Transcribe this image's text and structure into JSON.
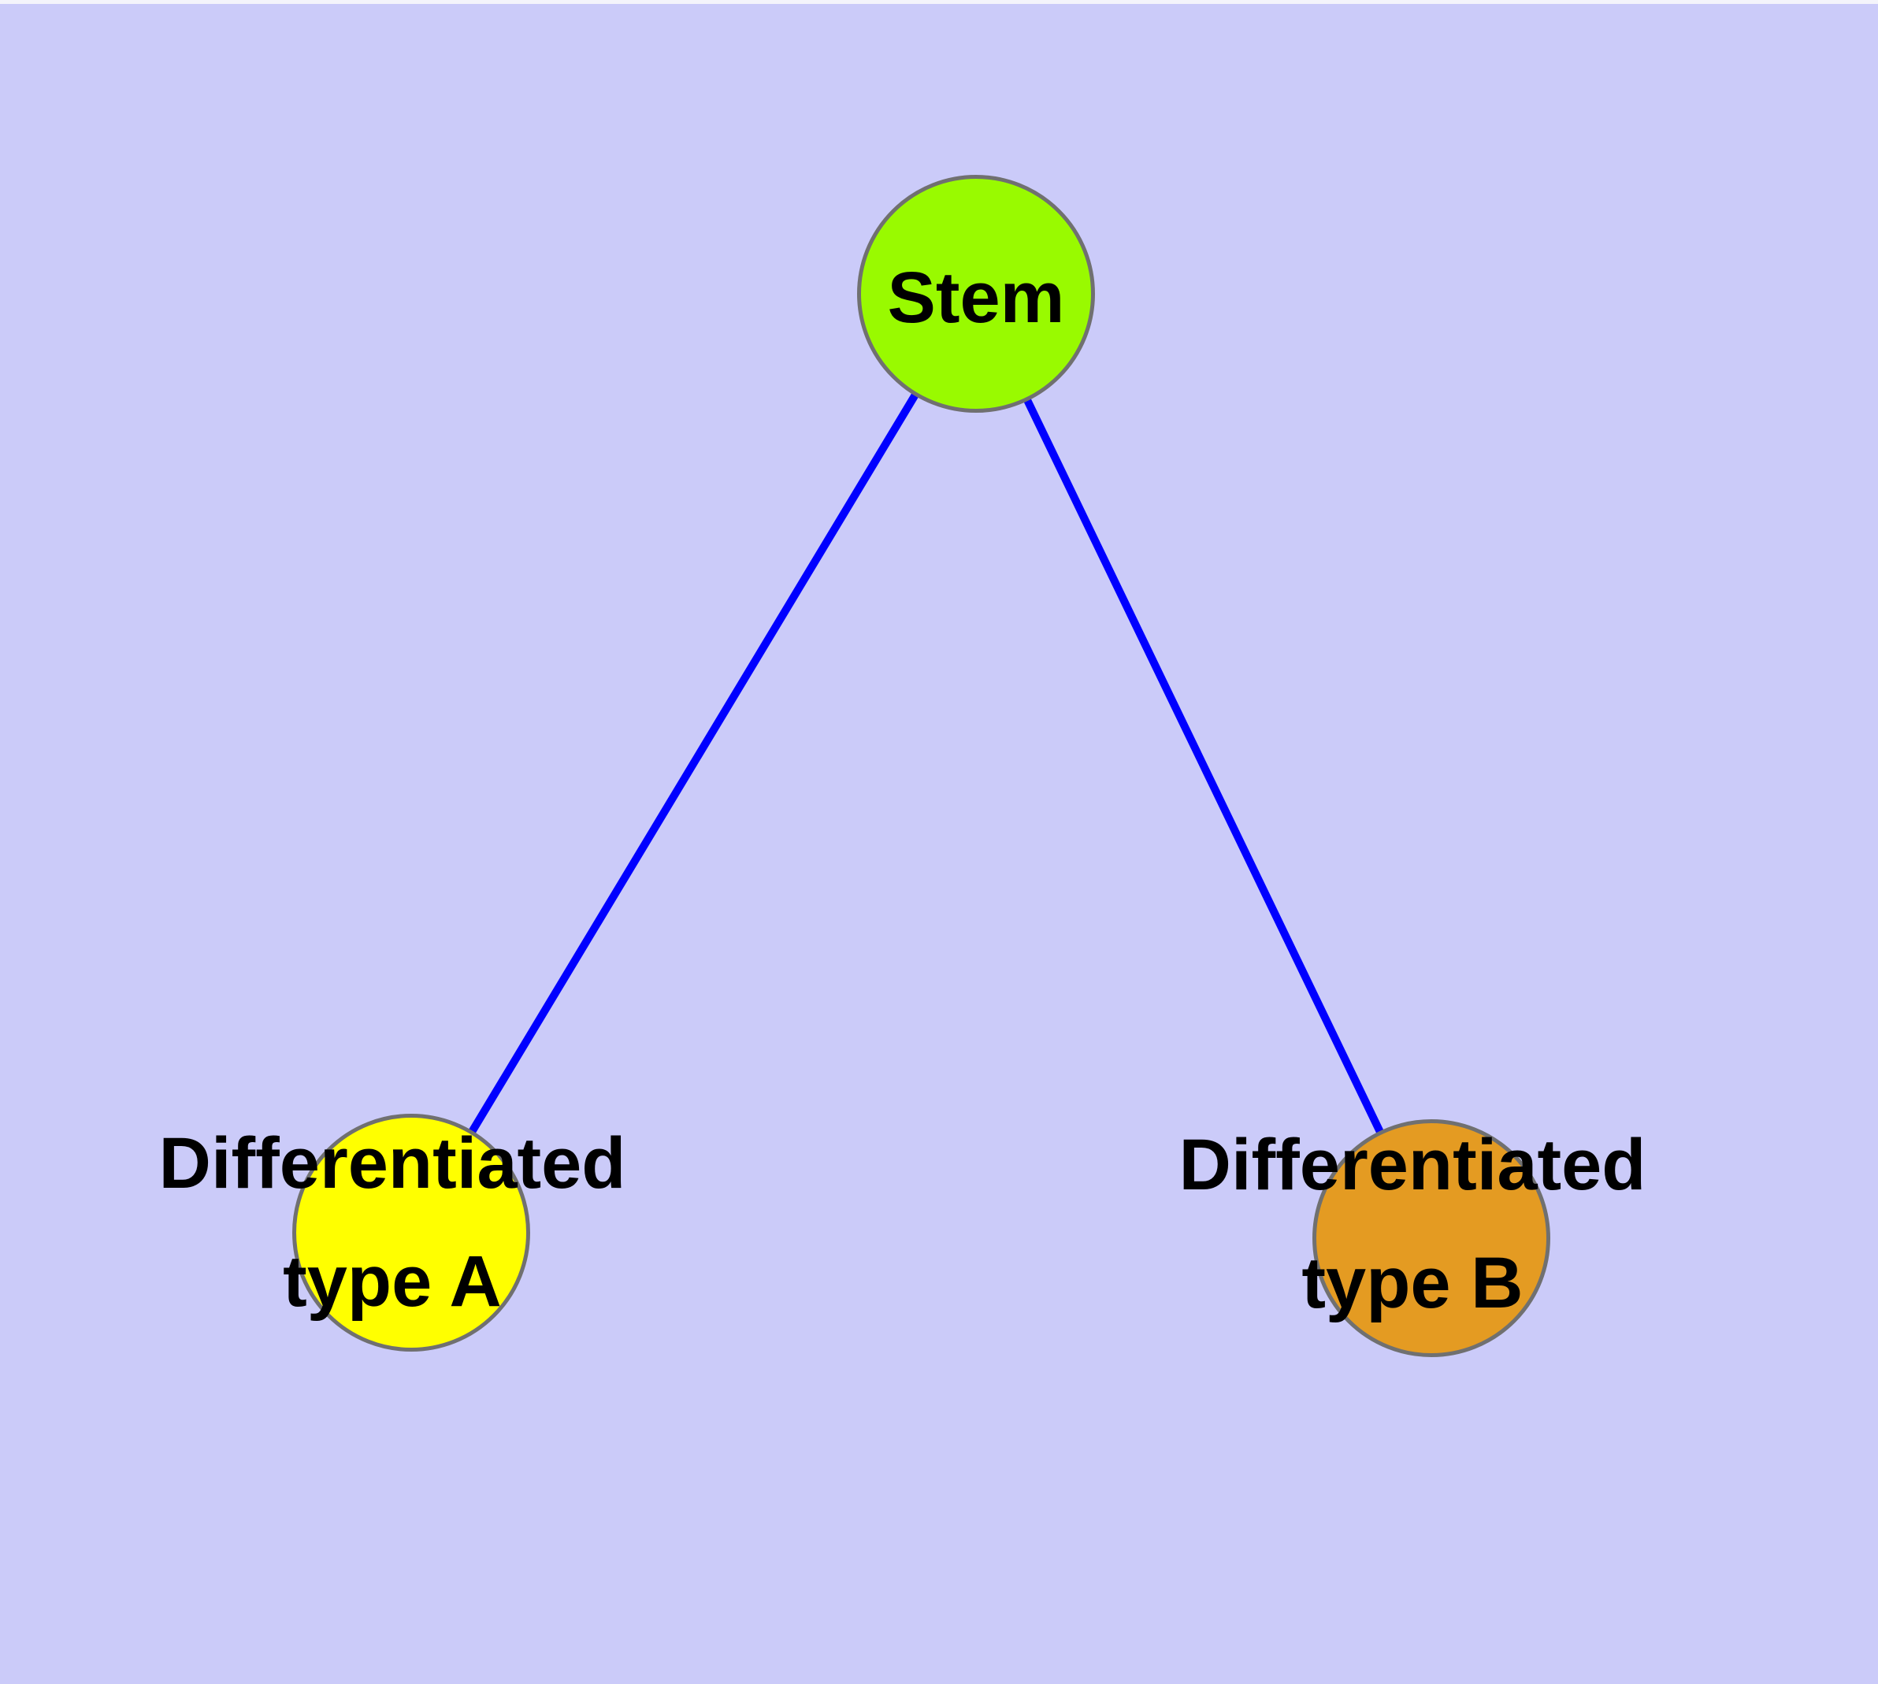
{
  "diagram": {
    "background_color": "#CBCBF9",
    "edge_color": "#0000FF",
    "node_border_color": "#707070",
    "nodes": [
      {
        "id": "stem",
        "label": "Stem",
        "fill": "#99FA00"
      },
      {
        "id": "differentiated-type-a",
        "label_line1": "Differentiated",
        "label_line2": "type A",
        "fill": "#FFFF00"
      },
      {
        "id": "differentiated-type-b",
        "label_line1": "Differentiated",
        "label_line2": "type B",
        "fill": "#E49B22"
      }
    ],
    "edges": [
      {
        "from": "stem",
        "to": "differentiated-type-a"
      },
      {
        "from": "stem",
        "to": "differentiated-type-b"
      }
    ]
  }
}
